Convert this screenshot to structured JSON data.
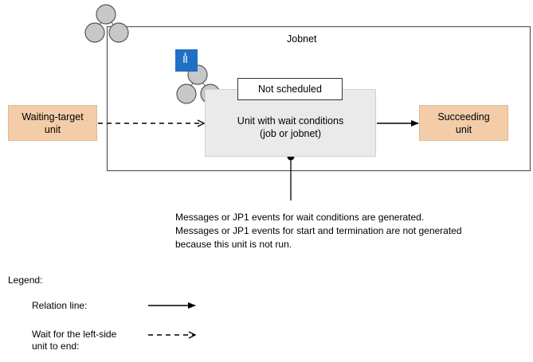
{
  "jobnet": {
    "title": "Jobnet"
  },
  "waiting_target": {
    "line1": "Waiting-target",
    "line2": "unit"
  },
  "succeeding": {
    "line1": "Succeeding",
    "line2": "unit"
  },
  "unit_with_wait": {
    "line1": "Unit with wait conditions",
    "line2": "(job or jobnet)"
  },
  "status": {
    "label": "Not scheduled"
  },
  "note": {
    "line1": "Messages or JP1 events for wait conditions are generated.",
    "line2": "Messages or JP1 events for start and termination are not generated",
    "line3": "because this unit is not run."
  },
  "legend": {
    "title": "Legend:",
    "relation": "Relation line:",
    "wait_line1": "Wait for the left-side",
    "wait_line2": "unit to end:"
  },
  "icons": {
    "jobnet": "jobnet-icon",
    "wait": "wait-condition-icon"
  },
  "colors": {
    "unit_fill": "#f2cda8",
    "wait_box_fill": "#eaeaea",
    "icon_blue": "#1f6fc5",
    "circle_fill": "#c8c8c8"
  }
}
